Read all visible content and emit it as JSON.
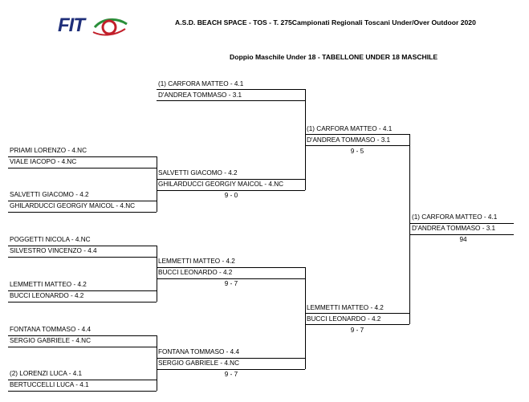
{
  "header": {
    "logo_text": "FIT",
    "title": "A.S.D. BEACH SPACE - TOS - T.  275Campionati Regionali Toscani Under/Over Outdoor 2020",
    "subtitle": "Doppio Maschile Under 18 - TABELLONE UNDER 18 MASCHILE"
  },
  "round1": [
    {
      "p1": "PRIAMI LORENZO - 4.NC",
      "p2": "VIALE IACOPO - 4.NC"
    },
    {
      "p1": "SALVETTI GIACOMO - 4.2",
      "p2": "GHILARDUCCI GEORGIY MAICOL - 4.NC"
    },
    {
      "p1": "POGGETTI NICOLA - 4.NC",
      "p2": "SILVESTRO VINCENZO - 4.4"
    },
    {
      "p1": "LEMMETTI MATTEO - 4.2",
      "p2": "BUCCI LEONARDO - 4.2"
    },
    {
      "p1": "FONTANA TOMMASO - 4.4",
      "p2": "SERGIO GABRIELE - 4.NC"
    },
    {
      "p1": "(2) LORENZI LUCA - 4.1",
      "p2": "BERTUCCELLI LUCA - 4.1"
    }
  ],
  "round2": [
    {
      "p1": "(1) CARFORA MATTEO - 4.1",
      "p2": "D'ANDREA TOMMASO - 3.1",
      "score": ""
    },
    {
      "p1": "SALVETTI GIACOMO - 4.2",
      "p2": "GHILARDUCCI GEORGIY MAICOL - 4.NC",
      "score": "9 - 0"
    },
    {
      "p1": "LEMMETTI MATTEO - 4.2",
      "p2": "BUCCI LEONARDO - 4.2",
      "score": "9 - 7"
    },
    {
      "p1": "FONTANA TOMMASO - 4.4",
      "p2": "SERGIO GABRIELE - 4.NC",
      "score": "9 - 7"
    }
  ],
  "semis": [
    {
      "p1": "(1) CARFORA MATTEO - 4.1",
      "p2": "D'ANDREA TOMMASO - 3.1",
      "score": "9 - 5"
    },
    {
      "p1": "LEMMETTI MATTEO - 4.2",
      "p2": "BUCCI LEONARDO - 4.2",
      "score": "9 - 7"
    }
  ],
  "final": {
    "p1": "(1) CARFORA MATTEO - 4.1",
    "p2": "D'ANDREA TOMMASO - 3.1",
    "score": "94"
  }
}
